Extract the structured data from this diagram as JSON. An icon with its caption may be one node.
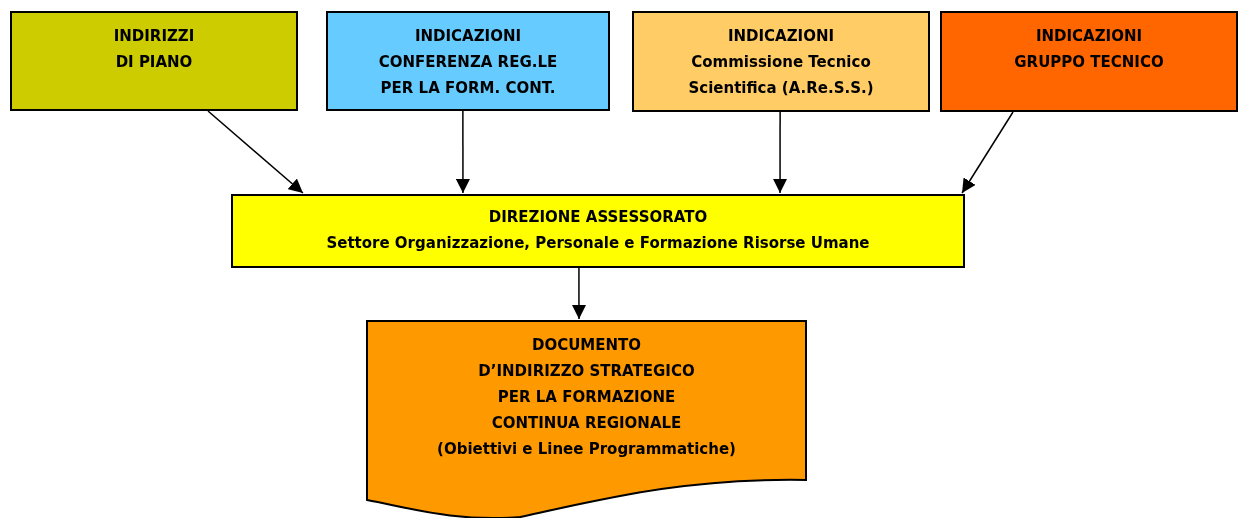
{
  "diagram": {
    "nodes": [
      {
        "text": [
          "INDIRIZZI",
          "DI PIANO"
        ]
      },
      {
        "text": [
          "INDICAZIONI",
          "CONFERENZA REG.LE",
          "PER LA FORM. CONT."
        ]
      },
      {
        "text": [
          "INDICAZIONI",
          "Commissione Tecnico",
          "Scientifica (A.Re.S.S.)"
        ]
      },
      {
        "text": [
          "INDICAZIONI",
          "GRUPPO TECNICO"
        ]
      },
      {
        "text": [
          "DIREZIONE ASSESSORATO",
          "Settore Organizzazione, Personale e Formazione Risorse Umane"
        ]
      },
      {
        "text": [
          "DOCUMENTO",
          "D’INDIRIZZO STRATEGICO",
          "PER LA FORMAZIONE",
          "CONTINUA REGIONALE",
          "(Obiettivi e Linee Programmatiche)"
        ]
      }
    ],
    "edges": [
      {
        "from": 0,
        "to": 4,
        "arrow": "to"
      },
      {
        "from": 1,
        "to": 4,
        "arrow": "to"
      },
      {
        "from": 2,
        "to": 4,
        "arrow": "to"
      },
      {
        "from": 3,
        "to": 4,
        "arrow": "to"
      },
      {
        "from": 4,
        "to": 5,
        "arrow": "to"
      }
    ]
  }
}
